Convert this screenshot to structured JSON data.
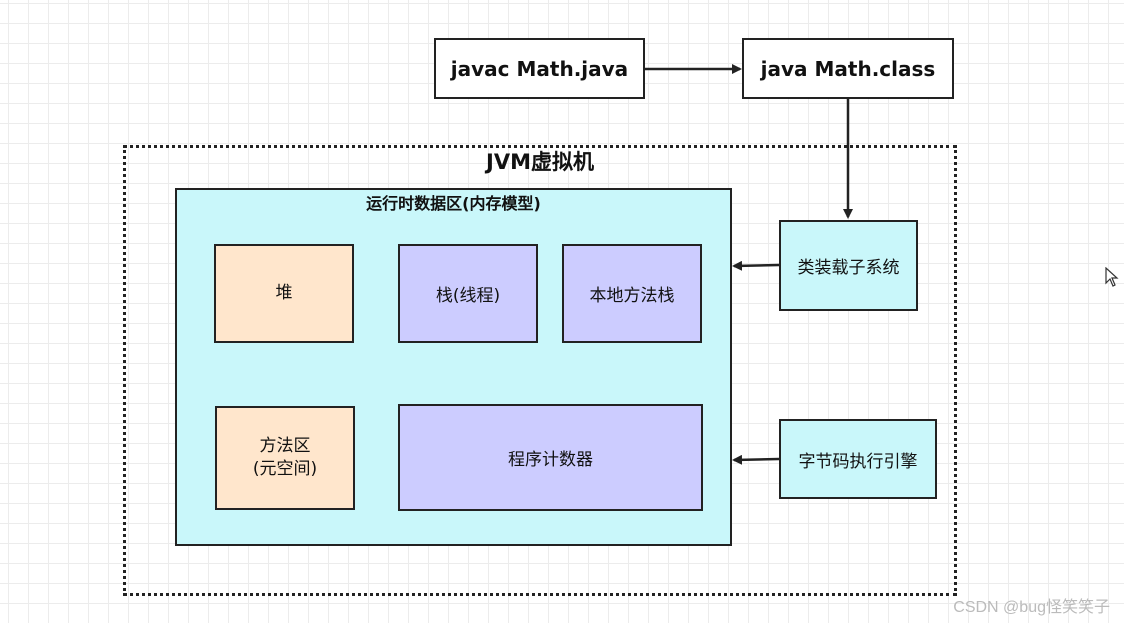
{
  "compile": {
    "javac_label": "javac Math.java",
    "java_label": "java Math.class"
  },
  "jvm": {
    "title": "JVM虚拟机",
    "runtime_area": {
      "title": "运行时数据区(内存模型)",
      "heap": "堆",
      "stack": "栈(线程)",
      "native_stack": "本地方法栈",
      "method_area_line1": "方法区",
      "method_area_line2": "(元空间)",
      "program_counter": "程序计数器"
    },
    "class_loader": "类装载子系统",
    "execution_engine": "字节码执行引擎"
  },
  "watermark": "CSDN @bug怪笑笑子"
}
